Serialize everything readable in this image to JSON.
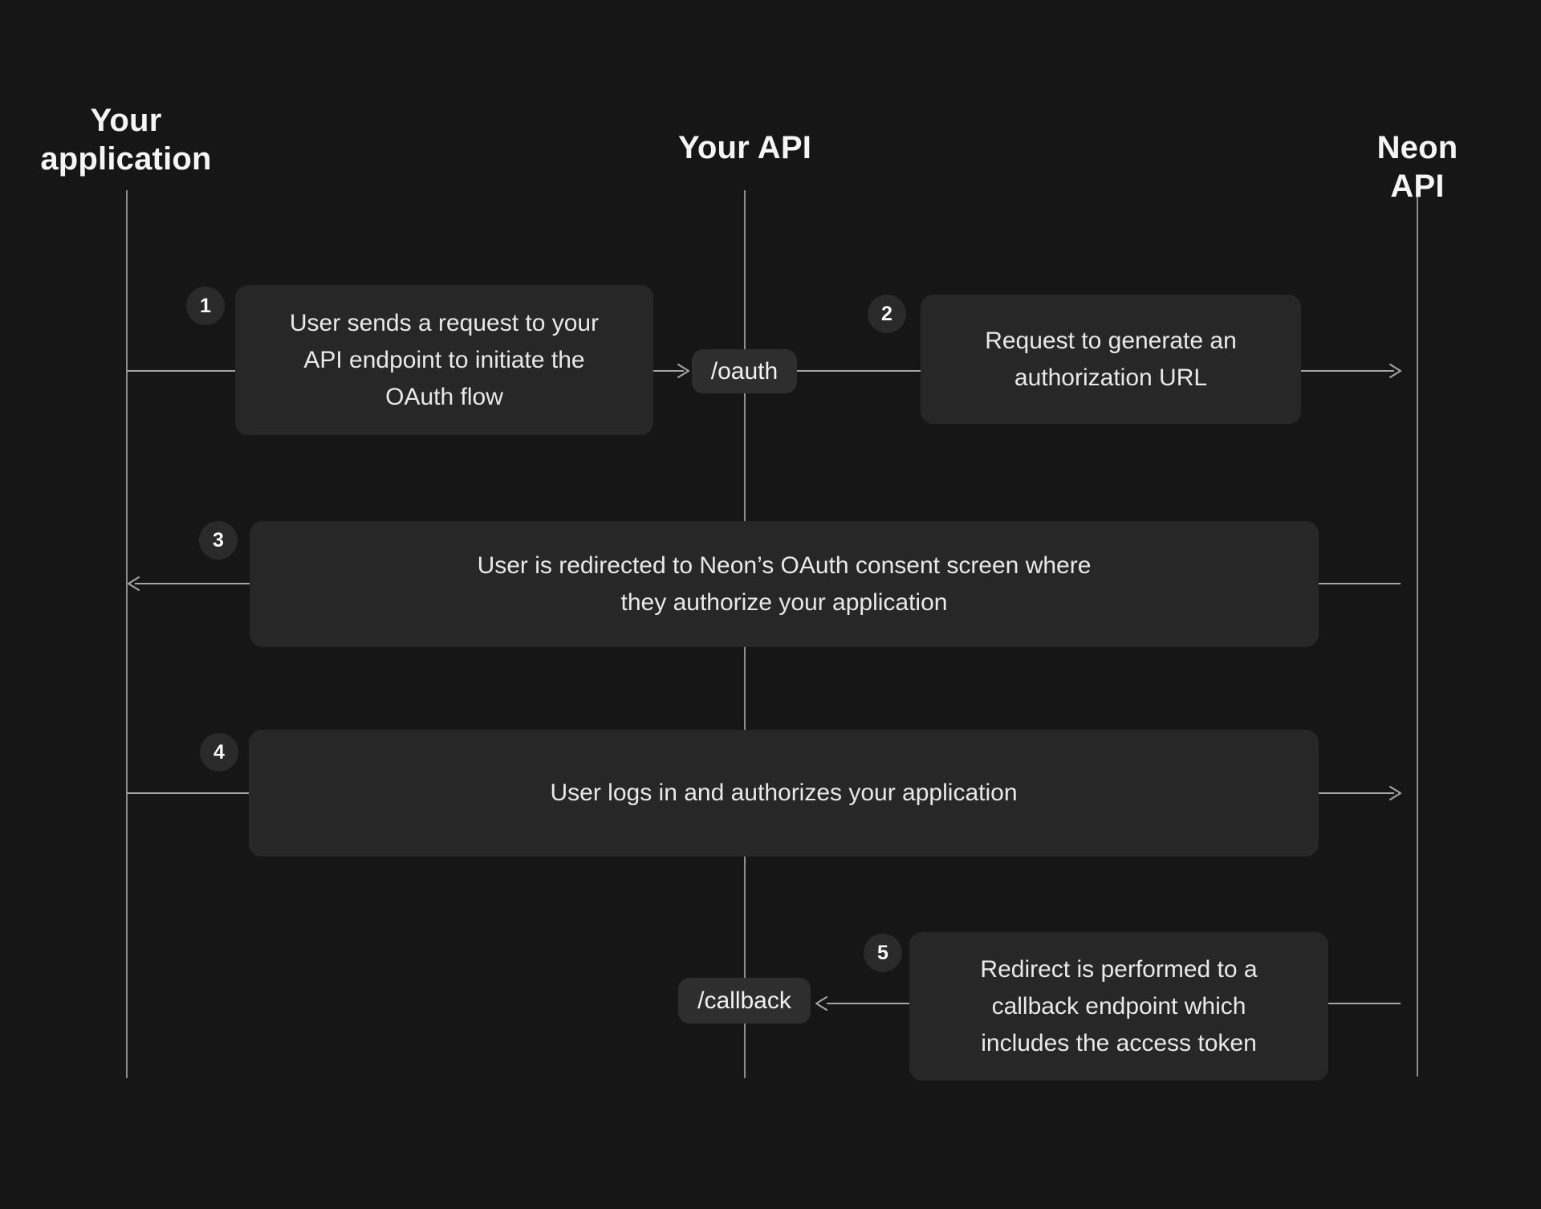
{
  "diagram": {
    "title_hint": "OAuth flow sequence diagram",
    "actors": [
      {
        "id": "your-application",
        "label": "Your\napplication"
      },
      {
        "id": "your-api",
        "label": "Your API"
      },
      {
        "id": "neon-api",
        "label": "Neon API"
      }
    ],
    "steps": [
      {
        "number": "1",
        "text": "User sends a request to your\nAPI endpoint to initiate the\nOAuth flow"
      },
      {
        "number": "2",
        "text": "Request to generate an\nauthorization URL"
      },
      {
        "number": "3",
        "text": "User is redirected to Neon’s OAuth consent screen where\nthey authorize your application"
      },
      {
        "number": "4",
        "text": "User logs in and authorizes your application"
      },
      {
        "number": "5",
        "text": "Redirect is performed to a\ncallback endpoint which\nincludes the access token"
      }
    ],
    "endpoints": [
      {
        "label": "/oauth"
      },
      {
        "label": "/callback"
      }
    ],
    "colors": {
      "background": "#161616",
      "box_fill": "#272727",
      "badge_fill": "#2e2e2e",
      "circle_fill": "#2a2a2a",
      "connector_line": "#a6a6a6",
      "lifeline": "#8d8d8d",
      "box_text": "#e9e9e9",
      "heading_text": "#f5f5f5"
    }
  }
}
